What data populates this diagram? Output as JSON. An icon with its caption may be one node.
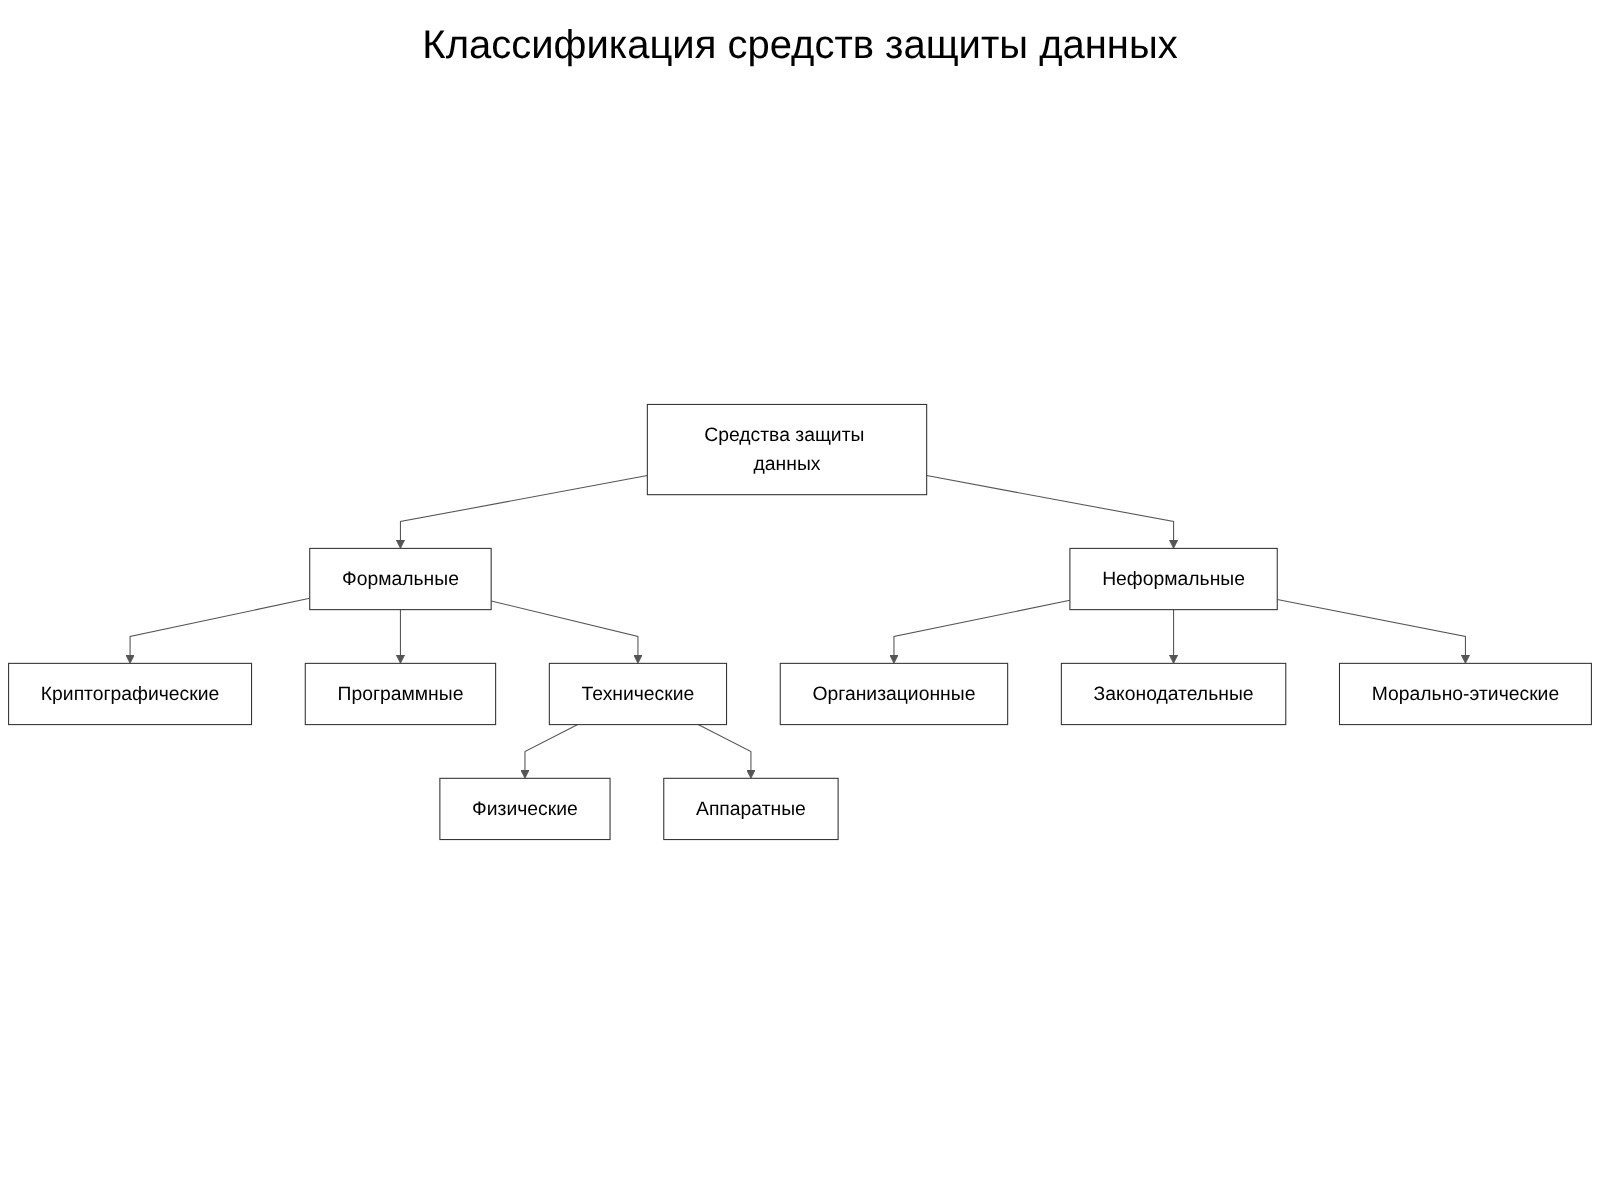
{
  "diagram": {
    "title": "Классификация средств защиты данных",
    "nodes": [
      {
        "text": [
          "Средства защиты данных"
        ]
      },
      {
        "text": [
          "Формальные"
        ]
      },
      {
        "text": [
          "Неформальные"
        ]
      },
      {
        "text": [
          "Криптографические"
        ]
      },
      {
        "text": [
          "Программные"
        ]
      },
      {
        "text": [
          "Технические"
        ]
      },
      {
        "text": [
          "Организационные"
        ]
      },
      {
        "text": [
          "Законодательные"
        ]
      },
      {
        "text": [
          "Морально-этические"
        ]
      },
      {
        "text": [
          "Физические"
        ]
      },
      {
        "text": [
          "Аппаратные"
        ]
      }
    ],
    "edges": [
      {
        "from": 0,
        "to": 1,
        "arrow": "to"
      },
      {
        "from": 0,
        "to": 2,
        "arrow": "to"
      },
      {
        "from": 1,
        "to": 3,
        "arrow": "to"
      },
      {
        "from": 1,
        "to": 4,
        "arrow": "to"
      },
      {
        "from": 1,
        "to": 5,
        "arrow": "to"
      },
      {
        "from": 2,
        "to": 6,
        "arrow": "to"
      },
      {
        "from": 2,
        "to": 7,
        "arrow": "to"
      },
      {
        "from": 2,
        "to": 8,
        "arrow": "to"
      },
      {
        "from": 5,
        "to": 9,
        "arrow": "to"
      },
      {
        "from": 5,
        "to": 10,
        "arrow": "to"
      }
    ]
  }
}
